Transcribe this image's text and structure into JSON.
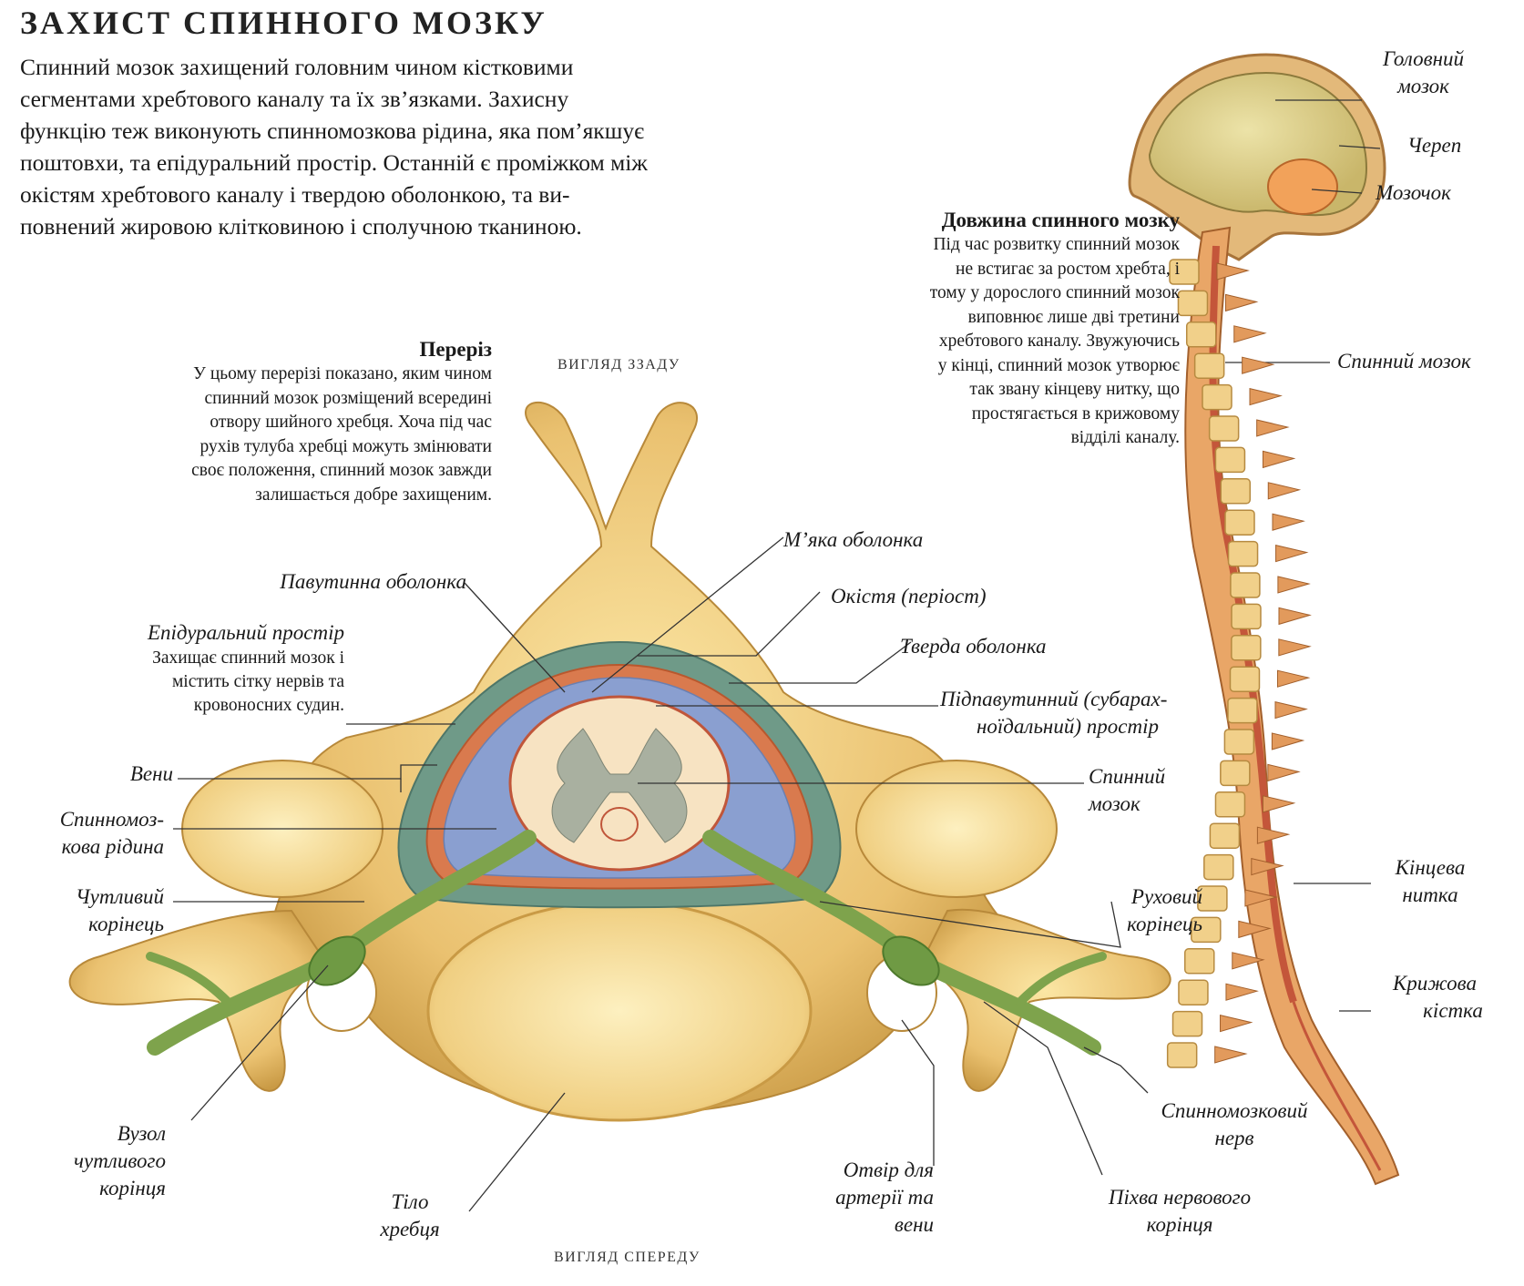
{
  "title": "ЗАХИСТ СПИННОГО МОЗКУ",
  "intro": [
    "Спинний мозок захищений головним чином кістковими",
    "сегментами хребтового каналу та їх зв’язками. Захисну",
    "функцію теж виконують спинномозкова рідина, яка пом’якшує",
    "поштовхи, та епідуральний простір. Останній є проміжком між",
    "окістям хребтового каналу і твердою оболонкою, та ви-",
    "повнений жировою клітковиною і сполучною тканиною."
  ],
  "section": {
    "heading": "Переріз",
    "body": [
      "У цьому перерізі показано, яким чином",
      "спинний мозок розміщений всередині",
      "отвору шийного хребця. Хоча під час",
      "рухів тулуба хребці можуть змінювати",
      "своє положення, спинний мозок завжди",
      "залишається добре захищеним."
    ]
  },
  "length": {
    "heading": "Довжина спинного мозку",
    "body": [
      "Під час розвитку спинний мозок",
      "не встигає за ростом хребта, і",
      "тому у дорослого спинний мозок",
      "виповнює лише дві третини",
      "хребтового каналу. Звужуючись",
      "у кінці, спинний мозок утворює",
      "так звану кінцеву нитку, що",
      "простягається в крижовому",
      "відділі каналу."
    ]
  },
  "views": {
    "back": "ВИГЛЯД ЗЗАДУ",
    "front": "ВИГЛЯД СПЕРЕДУ"
  },
  "labels": {
    "pia": "М’яка оболонка",
    "arachnoid": "Павутинна оболонка",
    "periosteum": "Окістя (періост)",
    "epidural_title": "Епідуральний простір",
    "epidural_desc": [
      "Захищає спинний мозок і",
      "містить сітку нервів та",
      "кровоносних судин."
    ],
    "dura": "Тверда оболонка",
    "subarachnoid": [
      "Підпавутинний (субарах-",
      "ноїдальний) простір"
    ],
    "veins": "Вени",
    "spinal_cord_x": [
      "Спинний",
      "мозок"
    ],
    "csf": [
      "Спинномоз-",
      "кова рідина"
    ],
    "sensory_root": [
      "Чутливий",
      "корінець"
    ],
    "motor_root": [
      "Руховий",
      "корінець"
    ],
    "ganglion": [
      "Вузол",
      "чутливого",
      "корінця"
    ],
    "spinal_nerve": [
      "Спинномозковий",
      "нерв"
    ],
    "body": [
      "Тіло",
      "хребця"
    ],
    "foramen": [
      "Отвір для",
      "артерії та",
      "вени"
    ],
    "sheath": [
      "Піхва нервового",
      "корінця"
    ],
    "brain": [
      "Головний",
      "мозок"
    ],
    "skull": "Череп",
    "cerebellum": "Мозочок",
    "spinal_cord_long": "Спинний мозок",
    "filum": [
      "Кінцева",
      "нитка"
    ],
    "sacrum": [
      "Крижова",
      "кістка"
    ]
  }
}
